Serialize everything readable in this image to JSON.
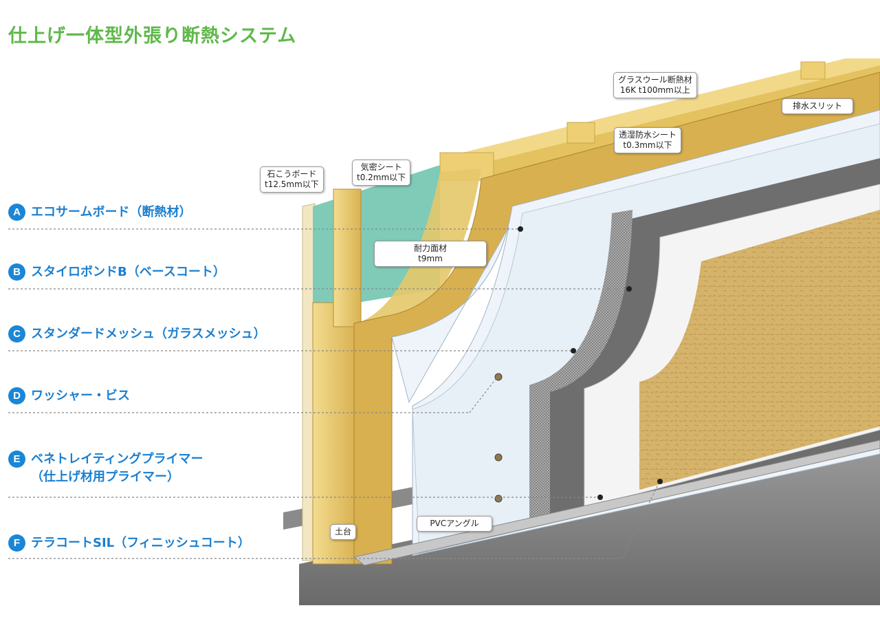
{
  "title": "仕上げ一体型外張り断熱システム",
  "legend": [
    {
      "badge": "A",
      "line1": "エコサームボード（断熱材）"
    },
    {
      "badge": "B",
      "line1": "スタイロボンドB（ベースコート）"
    },
    {
      "badge": "C",
      "line1": "スタンダードメッシュ（ガラスメッシュ）"
    },
    {
      "badge": "D",
      "line1": "ワッシャー・ビス"
    },
    {
      "badge": "E",
      "line1": "ベネトレイティングプライマー",
      "line2": "（仕上げ材用プライマー）"
    },
    {
      "badge": "F",
      "line1": "テラコートSIL（フィニッシュコート）"
    }
  ],
  "callouts": {
    "gypsum": {
      "line1": "石こうボード",
      "line2": "t12.5mm以下"
    },
    "airtight": {
      "line1": "気密シート",
      "line2": "t0.2mm以下"
    },
    "structural": {
      "line1": "耐力面材",
      "line2": "t9mm"
    },
    "glasswool": {
      "line1": "グラスウール断熱材",
      "line2": "16K t100mm以上"
    },
    "drain": {
      "line1": "排水スリット"
    },
    "membrane": {
      "line1": "透湿防水シート",
      "line2": "t0.3mm以下"
    },
    "sill": {
      "line1": "土台"
    },
    "pvc": {
      "line1": "PVCアングル"
    }
  },
  "colors": {
    "title": "#5fb84a",
    "badge": "#1b86d6",
    "legend_text": "#1a7fd0",
    "wood": "#e8c465",
    "insulation_board": "#eef4f9",
    "base_coat": "#6e6e6e",
    "finish_coat": "#d8b56c",
    "airtight_sheet": "#7fcbb8"
  }
}
